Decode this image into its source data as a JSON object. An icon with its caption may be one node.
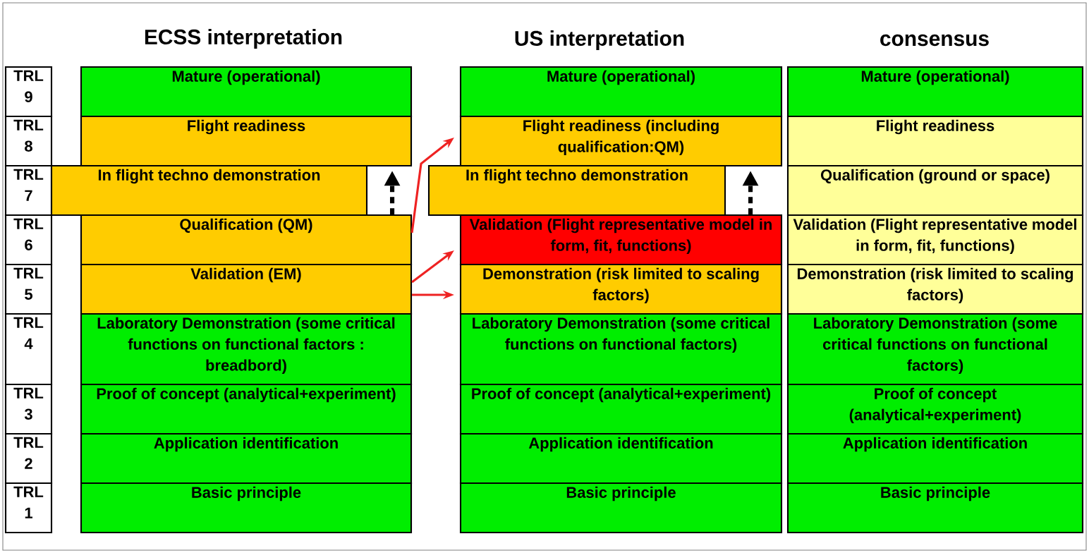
{
  "diagram": {
    "nodes": [
      {
        "text": [
          "TRL 9"
        ]
      },
      {
        "text": [
          "TRL 8"
        ]
      },
      {
        "text": [
          "TRL 7"
        ]
      },
      {
        "text": [
          "TRL 6"
        ]
      },
      {
        "text": [
          "TRL 5"
        ]
      },
      {
        "text": [
          "TRL 4"
        ]
      },
      {
        "text": [
          "TRL 3"
        ]
      },
      {
        "text": [
          "TRL 2"
        ]
      },
      {
        "text": [
          "TRL 1"
        ]
      },
      {
        "text": [
          "Mature (operational)"
        ]
      },
      {
        "text": [
          "Flight readiness"
        ]
      },
      {
        "text": [
          "In flight techno demonstration"
        ]
      },
      {
        "text": [
          "Qualification (QM)"
        ]
      },
      {
        "text": [
          "Validation (EM)"
        ]
      },
      {
        "text": [
          "Laboratory Demonstration (some critical functions on functional factors : breadbord)"
        ]
      },
      {
        "text": [
          "Proof of concept (analytical+experiment)"
        ]
      },
      {
        "text": [
          "Application identification"
        ]
      },
      {
        "text": [
          "Basic principle"
        ]
      },
      {
        "text": [
          "Mature (operational)"
        ]
      },
      {
        "text": [
          "Flight readiness (including qualification:QM)"
        ]
      },
      {
        "text": [
          "In flight techno demonstration"
        ]
      },
      {
        "text": [
          "Validation (Flight representative model in form, fit, functions)"
        ]
      },
      {
        "text": [
          "Demonstration (risk limited to scaling factors)"
        ]
      },
      {
        "text": [
          "Laboratory Demonstration (some critical functions on functional factors)"
        ]
      },
      {
        "text": [
          "Proof of concept (analytical+experiment)"
        ]
      },
      {
        "text": [
          "Application identification"
        ]
      },
      {
        "text": [
          "Basic principle"
        ]
      },
      {
        "text": [
          "Mature (operational)"
        ]
      },
      {
        "text": [
          "Flight readiness"
        ]
      },
      {
        "text": [
          "Qualification (ground or space)"
        ]
      },
      {
        "text": [
          "Validation (Flight representative model in form, fit, functions)"
        ]
      },
      {
        "text": [
          "Demonstration (risk limited to scaling factors)"
        ]
      },
      {
        "text": [
          "Laboratory Demonstration (some critical functions on functional factors)"
        ]
      },
      {
        "text": [
          "Proof of concept (analytical+experiment)"
        ]
      },
      {
        "text": [
          "Application identification"
        ]
      },
      {
        "text": [
          "Basic principle"
        ]
      }
    ],
    "edges": [
      {
        "from": 12,
        "to": 19,
        "arrow": "to",
        "color": "#ee2222"
      },
      {
        "from": 13,
        "to": 21,
        "arrow": "to",
        "color": "#ee2222"
      },
      {
        "from": 13,
        "to": 22,
        "arrow": "to",
        "color": "#ee2222"
      },
      {
        "from": 12,
        "to": 10,
        "arrow": "to",
        "style": "dashed",
        "color": "#000000"
      },
      {
        "from": 21,
        "to": 19,
        "arrow": "to",
        "style": "dashed",
        "color": "#000000"
      }
    ],
    "labels": [
      "ECSS interpretation",
      "US interpretation",
      "consensus"
    ]
  }
}
